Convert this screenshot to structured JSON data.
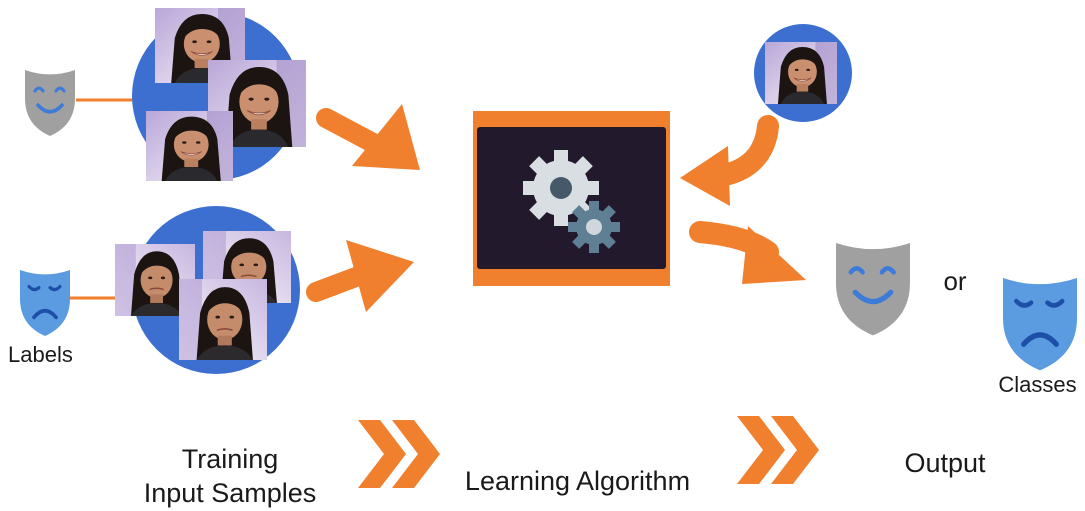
{
  "labels": {
    "labels_caption": "Labels",
    "classes_caption": "Classes",
    "or_word": "or",
    "stage_training_line1": "Training",
    "stage_training_line2": "Input Samples",
    "stage_learning": "Learning Algorithm",
    "stage_output": "Output"
  },
  "colors": {
    "accent_orange": "#f07f2e",
    "circle_blue": "#3d6fd0",
    "mask_gray": "#a0a0a0",
    "mask_blue": "#5b9be0",
    "screen_dark": "#221a2c",
    "gear_light": "#d9dee3",
    "gear_dark": "#5f7f94"
  },
  "icons": {
    "happy_mask": "happy-mask-icon",
    "sad_mask": "sad-mask-icon",
    "gears": "gears-icon",
    "chevron": "double-chevron-icon"
  }
}
